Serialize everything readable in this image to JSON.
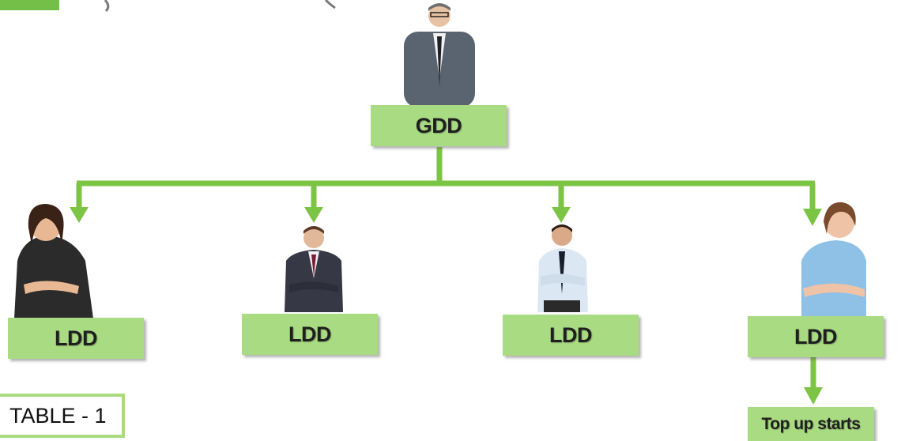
{
  "root": {
    "label": "GDD"
  },
  "children": [
    {
      "label": "LDD"
    },
    {
      "label": "LDD"
    },
    {
      "label": "LDD"
    },
    {
      "label": "LDD"
    }
  ],
  "subnode": {
    "label": "Top up starts"
  },
  "table_label": "TABLE - 1",
  "colors": {
    "box": "#a9db82",
    "connector": "#7cc444",
    "accent": "#74bf47"
  }
}
